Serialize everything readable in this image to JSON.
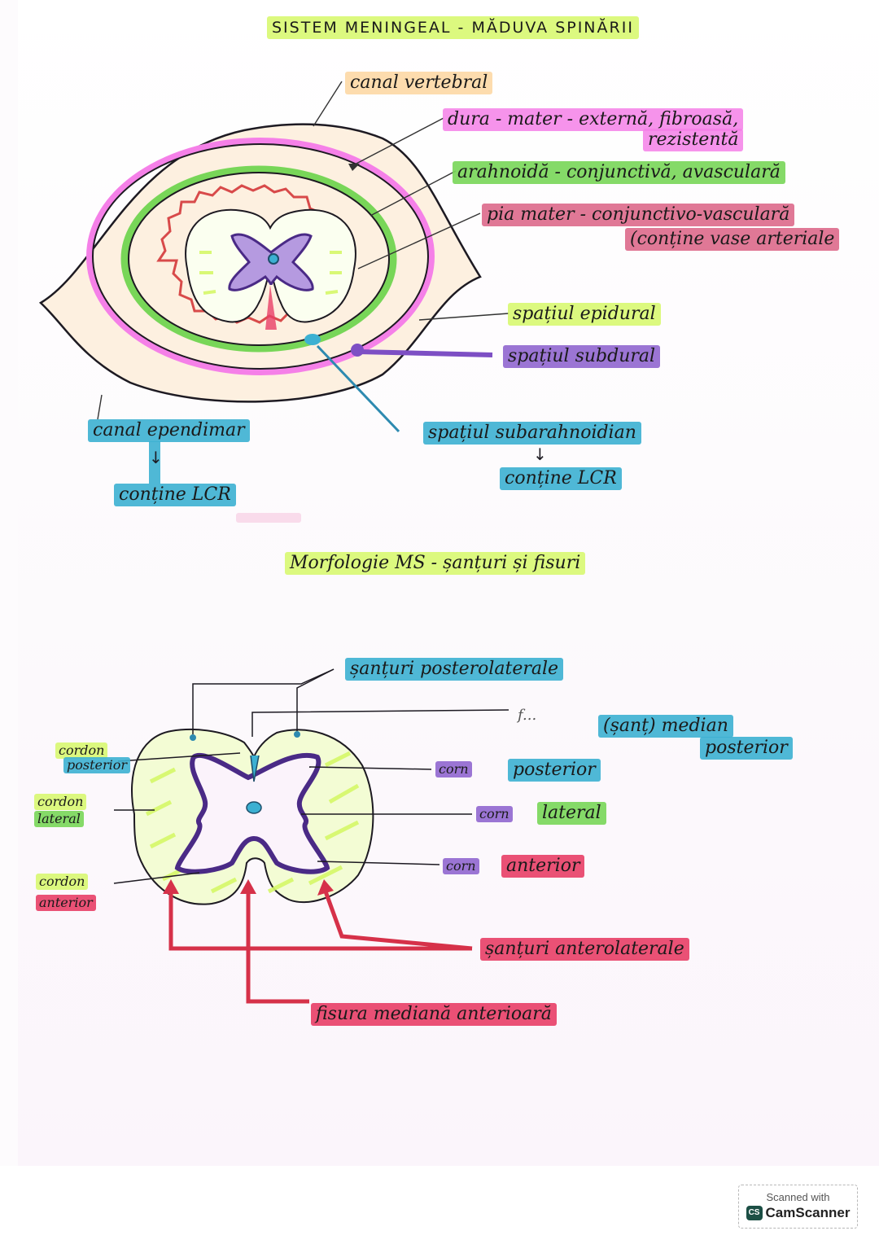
{
  "page": {
    "title": "SISTEM MENINGEAL - MĂDUVA SPINĂRII",
    "section2_title": "Morfologie MS - șanțuri și fisuri"
  },
  "colors": {
    "yellow": "#d6f868",
    "orange": "#fdd6a0",
    "pink": "#f580e8",
    "green": "#78d658",
    "rose": "#da6084",
    "purple": "#966ed2",
    "blue": "#3cb0d2",
    "red": "#e83e66"
  },
  "meninges_diagram": {
    "labels": {
      "canal_vertebral": "canal vertebral",
      "dura_mater_line1": "dura - mater - externă, fibroasă,",
      "dura_mater_line2": "rezistentă",
      "arahnoida": "arahnoidă - conjunctivă, avasculară",
      "pia_mater_line1": "pia mater - conjunctivo-vasculară",
      "pia_mater_line2": "(conține vase arteriale",
      "spatiul_epidural": "spațiul epidural",
      "spatiul_subdural": "spațiul subdural",
      "canal_ependimar": "canal ependimar",
      "canal_ependimar_contine": "conține LCR",
      "spatiul_subarahnoidian": "spațiul subarahnoidian",
      "spatiul_subarahnoidian_contine": "conține LCR",
      "arrow_down": "↓"
    }
  },
  "morphology_diagram": {
    "labels": {
      "santuri_posterolaterale": "șanțuri posterolaterale",
      "fisura_abbrev": "f...",
      "sant_median_line1": "(șanț) median",
      "sant_median_line2": "posterior",
      "cordon_posterior_line1": "cordon",
      "cordon_posterior_line2": "posterior",
      "cordon_lateral_line1": "cordon",
      "cordon_lateral_line2": "lateral",
      "cordon_anterior_line1": "cordon",
      "cordon_anterior_line2": "anterior",
      "corn_posterior_a": "corn",
      "corn_posterior_b": "posterior",
      "corn_lateral_a": "corn",
      "corn_lateral_b": "lateral",
      "corn_anterior_a": "corn",
      "corn_anterior_b": "anterior",
      "santuri_anterolaterale": "șanțuri anterolaterale",
      "fisura_mediana_anterioara": "fisura mediană anterioară"
    }
  },
  "watermark": {
    "line1": "Scanned with",
    "logo": "CS",
    "brand": "CamScanner"
  }
}
